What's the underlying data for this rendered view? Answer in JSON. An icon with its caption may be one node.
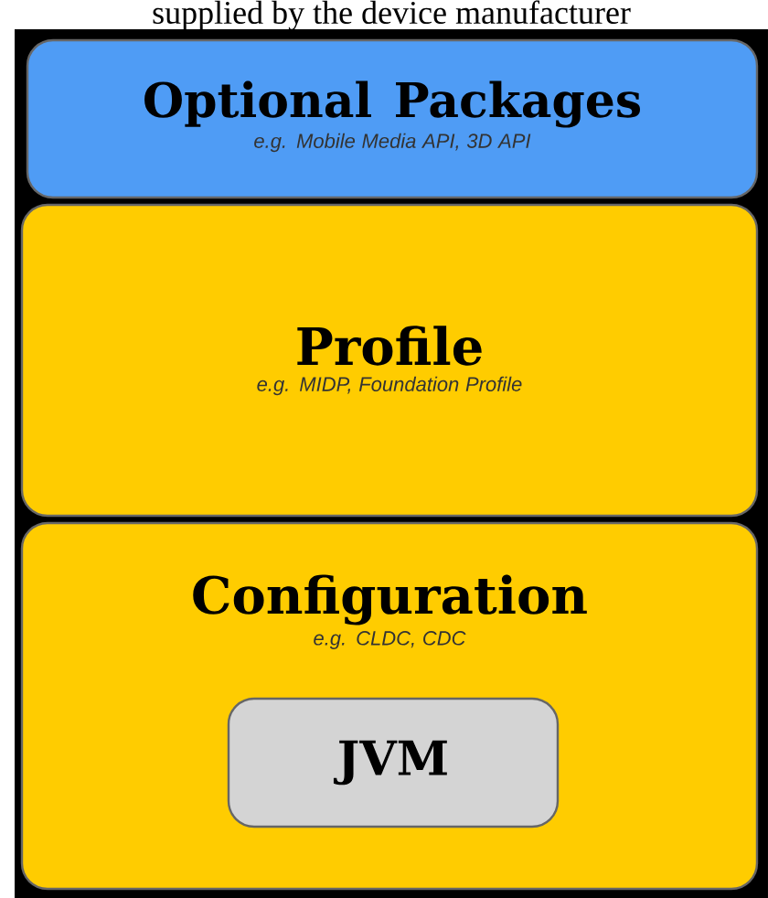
{
  "diagram": {
    "nodes": [
      {
        "text": [
          "Optional Packages",
          "e.g. Mobile Media API, 3D API"
        ]
      },
      {
        "text": [
          "Profile",
          "e.g. MIDP, Foundation Profile"
        ]
      },
      {
        "text": [
          "Configuration",
          "e.g. CLDC, CDC"
        ]
      },
      {
        "text": [
          "JVM"
        ],
        "in": 2
      }
    ],
    "labels": [
      "supplied by the device manufacturer"
    ]
  }
}
